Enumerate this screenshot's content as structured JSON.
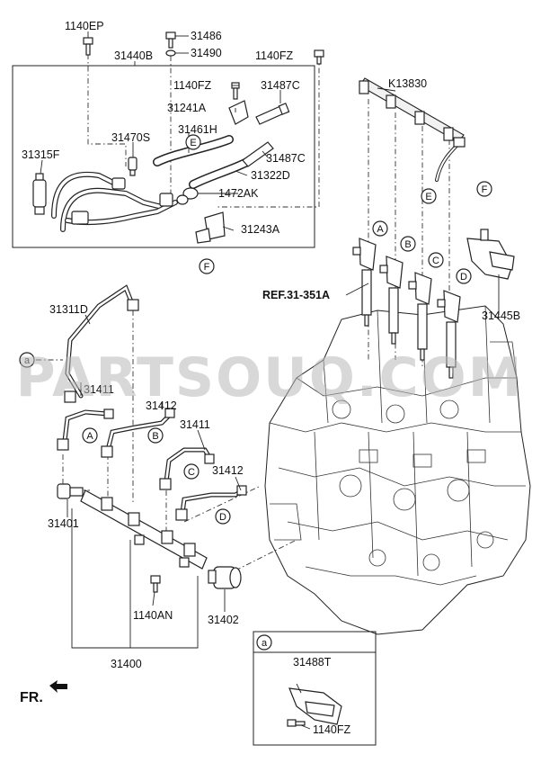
{
  "labels": {
    "p1140EP": "1140EP",
    "p31486": "31486",
    "p31490": "31490",
    "p31440B": "31440B",
    "p1140FZ_top": "1140FZ",
    "pK13830": "K13830",
    "p1140FZ_inner": "1140FZ",
    "p31487C_a": "31487C",
    "p31241A": "31241A",
    "p31470S": "31470S",
    "p31461H": "31461H",
    "p31315F": "31315F",
    "p31487C_b": "31487C",
    "p31322D": "31322D",
    "p1472AK": "1472AK",
    "p31243A": "31243A",
    "ref": "REF.31-351A",
    "p31445B": "31445B",
    "p31311D": "31311D",
    "p31411_a": "31411",
    "p31412_a": "31412",
    "p31411_b": "31411",
    "p31412_b": "31412",
    "p31401": "31401",
    "p1140AN": "1140AN",
    "p31402": "31402",
    "p31400": "31400",
    "p31488T": "31488T",
    "p1140FZ_inset": "1140FZ",
    "fr": "FR."
  },
  "callouts": {
    "A": "A",
    "B": "B",
    "C": "C",
    "D": "D",
    "E": "E",
    "F": "F",
    "a": "a"
  },
  "watermark": "PARTSOUQ.COM"
}
